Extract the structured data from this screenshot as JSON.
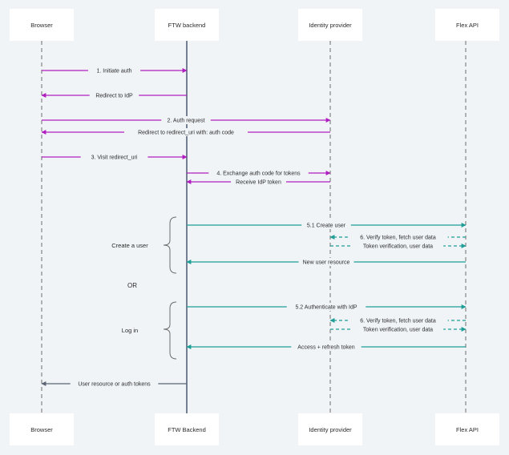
{
  "actors_top": [
    "Browser",
    "FTW backend",
    "Identity provider",
    "Flex API"
  ],
  "actors_bottom": [
    "Browser",
    "FTW Backend",
    "Identity provider",
    "Flex API"
  ],
  "colors": {
    "background": "#f1f4f7",
    "auth": "#b01ec0",
    "flex": "#1e9e96",
    "response": "#5a6472",
    "lifeline": "#6b6b6b",
    "backend_lifeline": "#4a5a70"
  },
  "messages": [
    {
      "label": "1. Initiate auth",
      "from": 0,
      "to": 1,
      "color": "auth",
      "dashed": false
    },
    {
      "label": "Redirect to IdP",
      "from": 1,
      "to": 0,
      "color": "auth",
      "dashed": false
    },
    {
      "label": "2. Auth request",
      "from": 0,
      "to": 2,
      "color": "auth",
      "dashed": false
    },
    {
      "label": "Redirect to redirect_uri with: auth code",
      "from": 2,
      "to": 0,
      "color": "auth",
      "dashed": false
    },
    {
      "label": "3. Visit redirect_uri",
      "from": 0,
      "to": 1,
      "color": "auth",
      "dashed": false
    },
    {
      "label": "4. Exchange auth code for tokens",
      "from": 1,
      "to": 2,
      "color": "auth",
      "dashed": false
    },
    {
      "label": "Receive IdP token",
      "from": 2,
      "to": 1,
      "color": "auth",
      "dashed": false
    },
    {
      "label": "5.1 Create user",
      "from": 1,
      "to": 3,
      "color": "flex",
      "dashed": false
    },
    {
      "label": "6. Verify token, fetch user data",
      "from": 3,
      "to": 2,
      "color": "flex",
      "dashed": true
    },
    {
      "label": "Token verification, user data",
      "from": 2,
      "to": 3,
      "color": "flex",
      "dashed": true
    },
    {
      "label": "New user resource",
      "from": 3,
      "to": 1,
      "color": "flex",
      "dashed": false
    },
    {
      "label": "5.2 Authenticate with IdP",
      "from": 1,
      "to": 3,
      "color": "flex",
      "dashed": false
    },
    {
      "label": "6. Verify token, fetch user data",
      "from": 3,
      "to": 2,
      "color": "flex",
      "dashed": true
    },
    {
      "label": "Token verification, user data",
      "from": 2,
      "to": 3,
      "color": "flex",
      "dashed": true
    },
    {
      "label": "Access + refresh token",
      "from": 3,
      "to": 1,
      "color": "flex",
      "dashed": false
    },
    {
      "label": "User resource or auth tokens",
      "from": 1,
      "to": 0,
      "color": "response",
      "dashed": false
    }
  ],
  "groups": [
    {
      "label": "Create a user"
    },
    {
      "label": "Log in"
    }
  ],
  "separator": "OR"
}
